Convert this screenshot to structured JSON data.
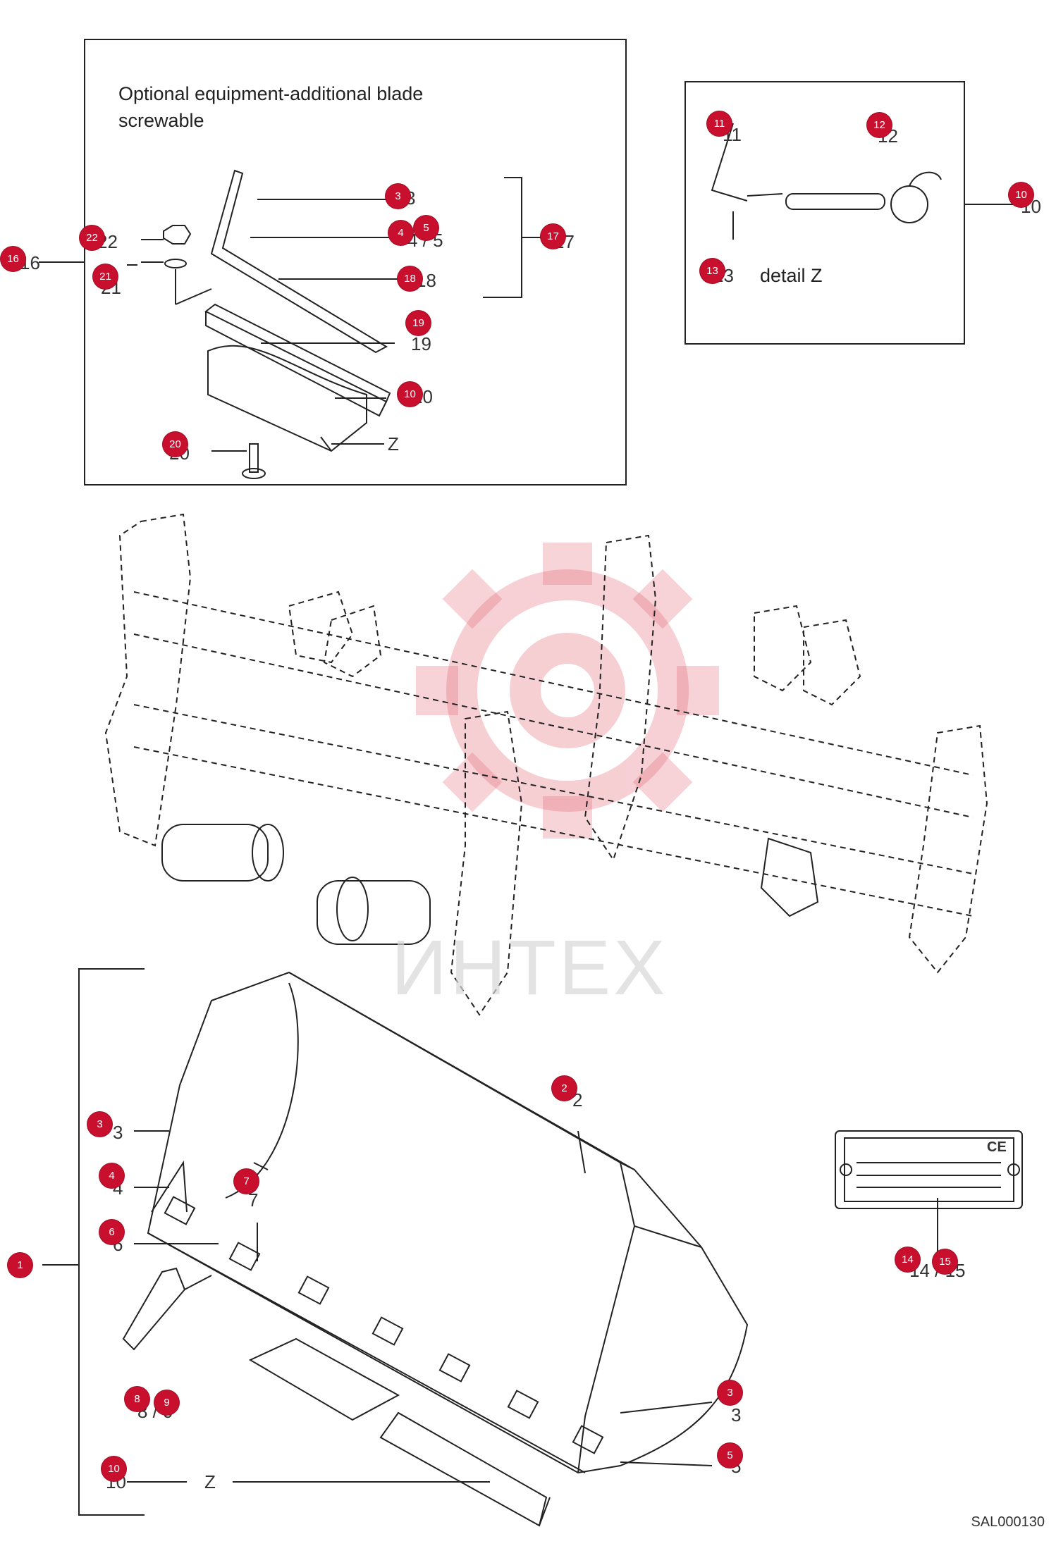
{
  "inset_box": {
    "caption_line1": "Optional equipment-additional blade",
    "caption_line2": "screwable",
    "labels": [
      "3",
      "4 / 5",
      "17",
      "22",
      "21",
      "18",
      "19",
      "10",
      "20",
      "Z",
      "16"
    ]
  },
  "detail_box": {
    "caption": "detail Z",
    "labels": [
      "11",
      "12",
      "10",
      "13"
    ]
  },
  "bucket": {
    "labels": [
      "2",
      "3",
      "4",
      "6",
      "7",
      "8 / 9",
      "3",
      "5",
      "Z",
      "10"
    ]
  },
  "nameplate": {
    "label": "14 / 15",
    "ce_mark": "CE"
  },
  "watermark": "ИНТЕХ",
  "doc_id": "SAL000130",
  "callouts": {
    "c1": "1",
    "c2": "2",
    "c3a": "3",
    "c3b": "3",
    "c3c": "3",
    "c4a": "4",
    "c4b": "4",
    "c5a": "5",
    "c5b": "5",
    "c6": "6",
    "c7": "7",
    "c8": "8",
    "c9": "9",
    "c10a": "10",
    "c10b": "10",
    "c10c": "10",
    "c11": "11",
    "c12": "12",
    "c13": "13",
    "c14": "14",
    "c15": "15",
    "c16": "16",
    "c17": "17",
    "c18": "18",
    "c19": "19",
    "c20": "20",
    "c21": "21",
    "c22": "22"
  },
  "colors": {
    "callout": "#c8102e",
    "line": "#222222",
    "watermark": "#e8a0a8"
  }
}
